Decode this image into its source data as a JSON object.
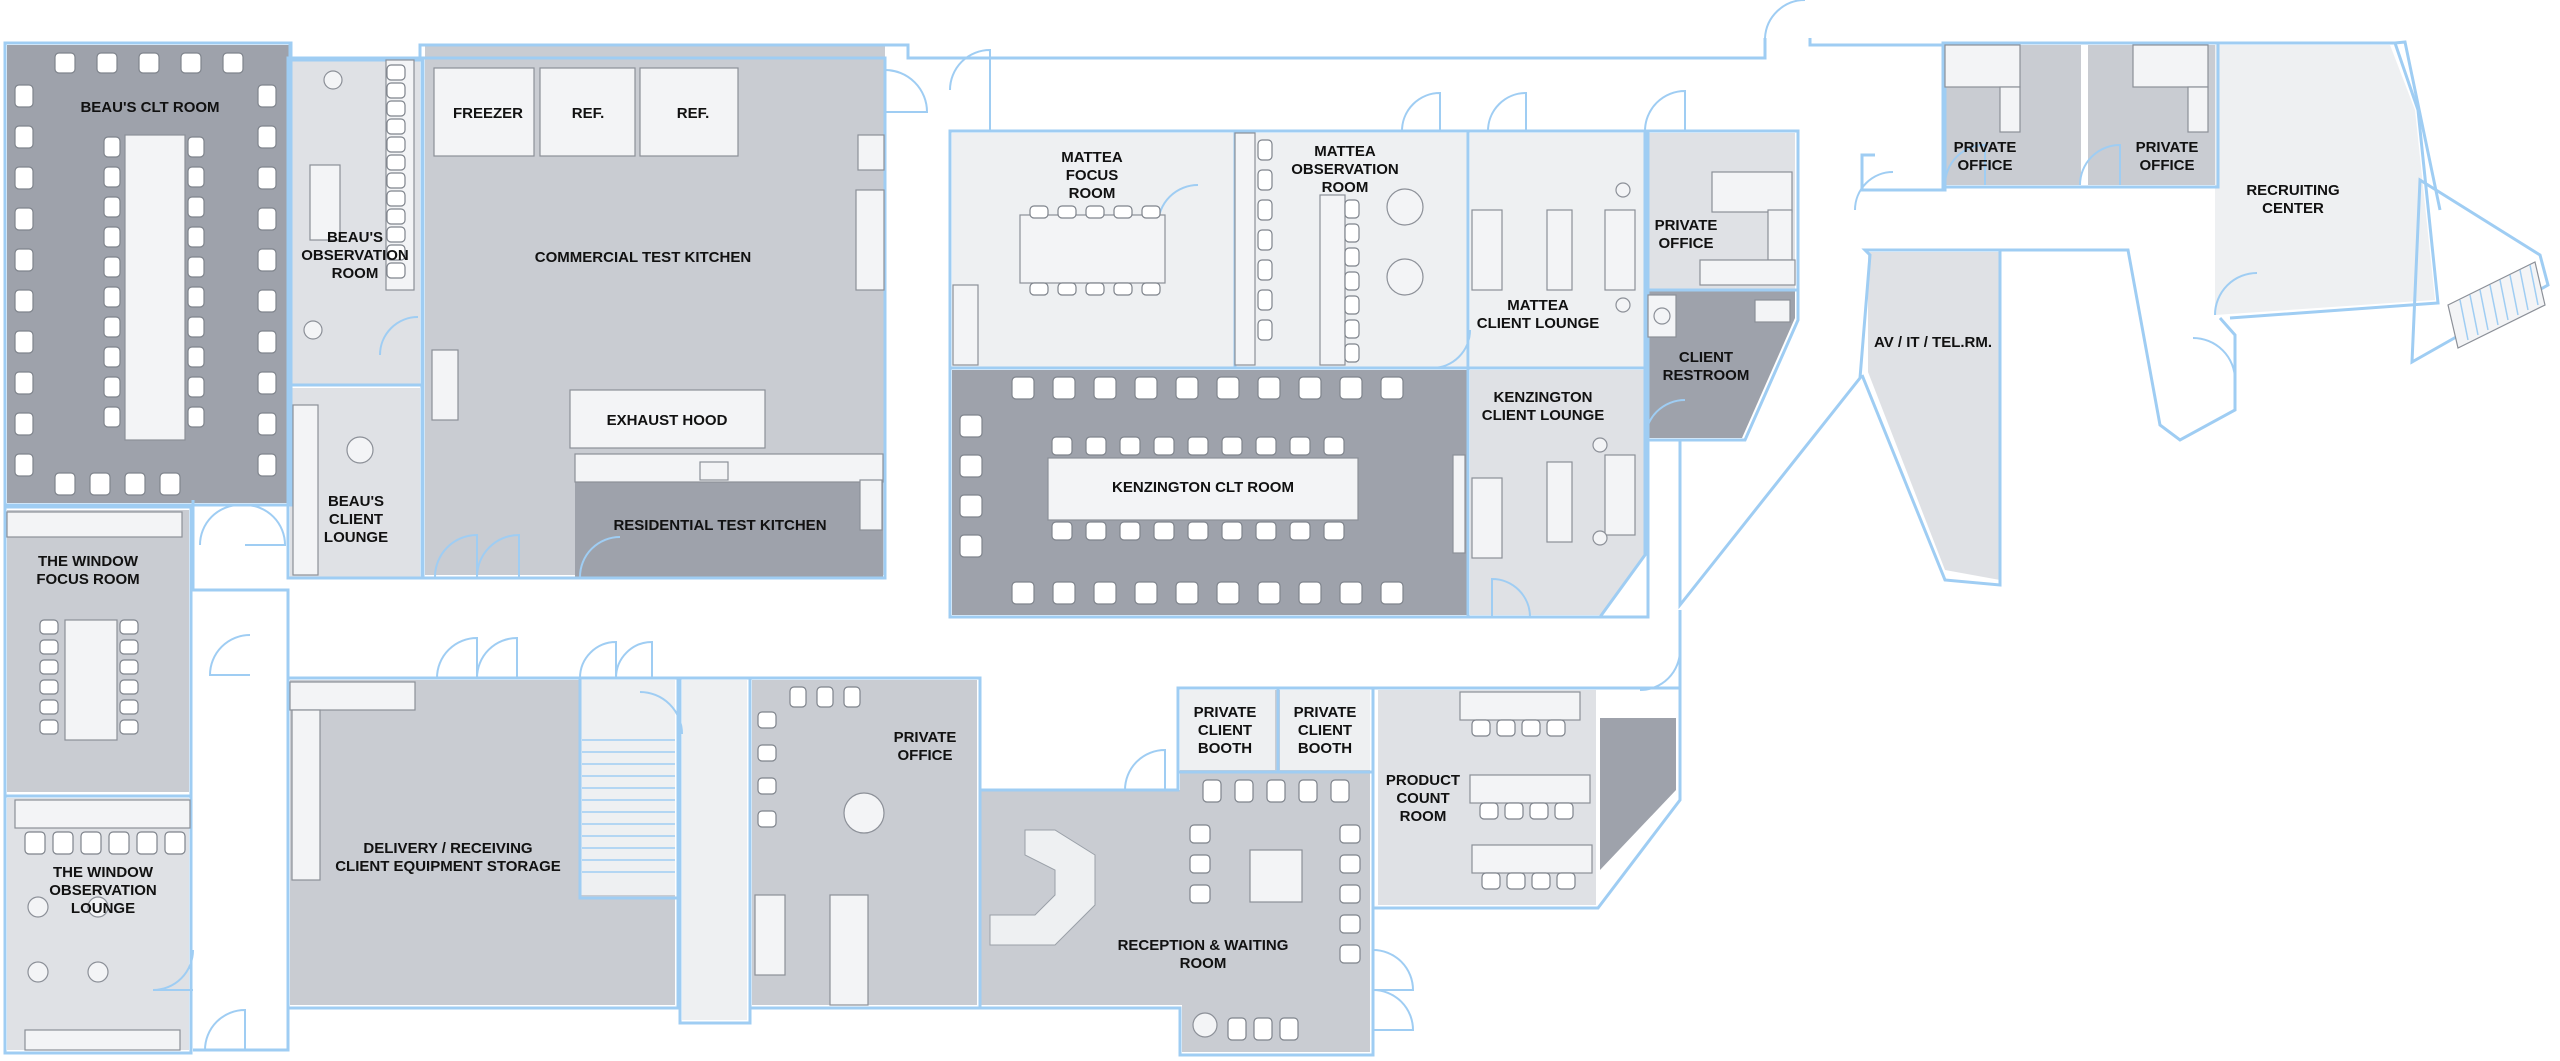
{
  "rooms": {
    "beaus_clt_room": "BEAU'S CLT ROOM",
    "beaus_observation_room": [
      "BEAU'S",
      "OBSERVATION",
      "ROOM"
    ],
    "beaus_client_lounge": [
      "BEAU'S",
      "CLIENT",
      "LOUNGE"
    ],
    "freezer": "FREEZER",
    "ref_1": "REF.",
    "ref_2": "REF.",
    "commercial_test_kitchen": "COMMERCIAL TEST KITCHEN",
    "exhaust_hood": "EXHAUST HOOD",
    "residential_test_kitchen": "RESIDENTIAL TEST KITCHEN",
    "mattea_focus_room": [
      "MATTEA",
      "FOCUS",
      "ROOM"
    ],
    "mattea_observation_room": [
      "MATTEA",
      "OBSERVATION",
      "ROOM"
    ],
    "mattea_client_lounge": [
      "MATTEA",
      "CLIENT LOUNGE"
    ],
    "private_office_mid": [
      "PRIVATE",
      "OFFICE"
    ],
    "client_restroom": [
      "CLIENT",
      "RESTROOM"
    ],
    "kenzington_clt_room": "KENZINGTON CLT ROOM",
    "kenzington_client_lounge": [
      "KENZINGTON",
      "CLIENT LOUNGE"
    ],
    "private_office_top1": [
      "PRIVATE",
      "OFFICE"
    ],
    "private_office_top2": [
      "PRIVATE",
      "OFFICE"
    ],
    "recruiting_center": [
      "RECRUITING",
      "CENTER"
    ],
    "av_it_tel": "AV / IT / TEL.RM.",
    "window_focus_room": [
      "THE WINDOW",
      "FOCUS ROOM"
    ],
    "window_observation_lounge": [
      "THE WINDOW",
      "OBSERVATION",
      "LOUNGE"
    ],
    "delivery_receiving": [
      "DELIVERY / RECEIVING",
      "CLIENT EQUIPMENT STORAGE"
    ],
    "private_office_bottom": [
      "PRIVATE",
      "OFFICE"
    ],
    "private_client_booth_1": [
      "PRIVATE",
      "CLIENT",
      "BOOTH"
    ],
    "private_client_booth_2": [
      "PRIVATE",
      "CLIENT",
      "BOOTH"
    ],
    "product_count_room": [
      "PRODUCT",
      "COUNT",
      "ROOM"
    ],
    "reception_waiting": [
      "RECEPTION & WAITING",
      "ROOM"
    ]
  },
  "colors": {
    "wall": "#9fcdf3",
    "dark_floor": "#9ea2ab",
    "mid_floor": "#c9ccd2",
    "light_floor": "#dfe1e5",
    "pale_floor": "#eef0f2"
  }
}
